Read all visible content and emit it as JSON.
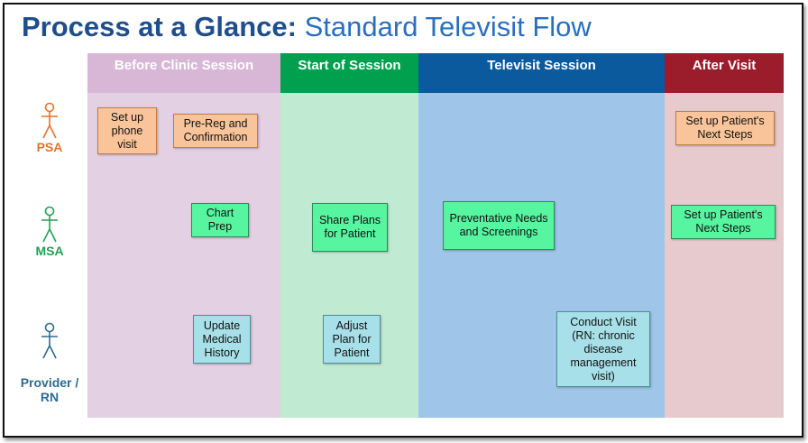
{
  "title": {
    "bold": "Process at a Glance:",
    "rest": "Standard Televisit Flow"
  },
  "colors": {
    "before": "#d8b7d6",
    "before_body": "#e3d0e3",
    "start": "#00a04f",
    "start_body": "#c1ead3",
    "televisit": "#0b5a9e",
    "televisit_body": "#9fc5e8",
    "after": "#9b1c2a",
    "after_body": "#e6cacd",
    "psa": "#e1742b",
    "msa": "#22a155",
    "provider": "#2f6b8f"
  },
  "lanes": [
    {
      "label": "Before Clinic Session"
    },
    {
      "label": "Start of Session"
    },
    {
      "label": "Televisit Session"
    },
    {
      "label": "After Visit"
    }
  ],
  "roles": [
    {
      "label": "PSA",
      "icon": "person-icon"
    },
    {
      "label": "MSA",
      "icon": "person-icon"
    },
    {
      "label": "Provider /\nRN",
      "icon": "person-icon"
    }
  ],
  "boxes": {
    "setup_phone": "Set up phone visit",
    "prereg": "Pre-Reg and Confirmation",
    "psa_next": "Set up Patient's Next Steps",
    "chart_prep": "Chart Prep",
    "share_plans": "Share Plans for Patient",
    "preventative": "Preventative Needs and Screenings",
    "msa_next": "Set up Patient's Next Steps",
    "update_history": "Update Medical History",
    "adjust_plan": "Adjust Plan for Patient",
    "conduct_visit": "Conduct Visit (RN: chronic disease management visit)"
  }
}
